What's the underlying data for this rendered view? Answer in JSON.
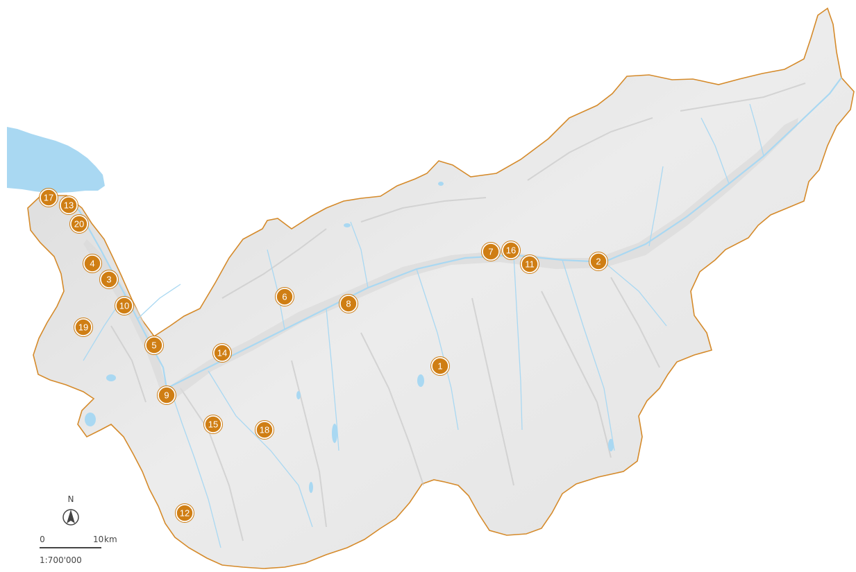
{
  "colors": {
    "terrain": "#e4e4e4",
    "border": "#d58a2a",
    "water": "#a9d8f2",
    "river": "#a9d8f2",
    "marker_fill": "#cf7e14",
    "marker_ring": "#ffffff",
    "background": "#ffffff"
  },
  "markers": [
    {
      "label": "1"
    },
    {
      "label": "2"
    },
    {
      "label": "3"
    },
    {
      "label": "4"
    },
    {
      "label": "5"
    },
    {
      "label": "6"
    },
    {
      "label": "7"
    },
    {
      "label": "8"
    },
    {
      "label": "9"
    },
    {
      "label": "10"
    },
    {
      "label": "11"
    },
    {
      "label": "12"
    },
    {
      "label": "13"
    },
    {
      "label": "14"
    },
    {
      "label": "15"
    },
    {
      "label": "16"
    },
    {
      "label": "17"
    },
    {
      "label": "18"
    },
    {
      "label": "19"
    },
    {
      "label": "20"
    }
  ],
  "north_arrow": {
    "label": "N",
    "icon": "compass-icon"
  },
  "scale_bar": {
    "start_label": "0",
    "end_value": "10",
    "end_unit": "km",
    "ratio": "1:700'000"
  }
}
